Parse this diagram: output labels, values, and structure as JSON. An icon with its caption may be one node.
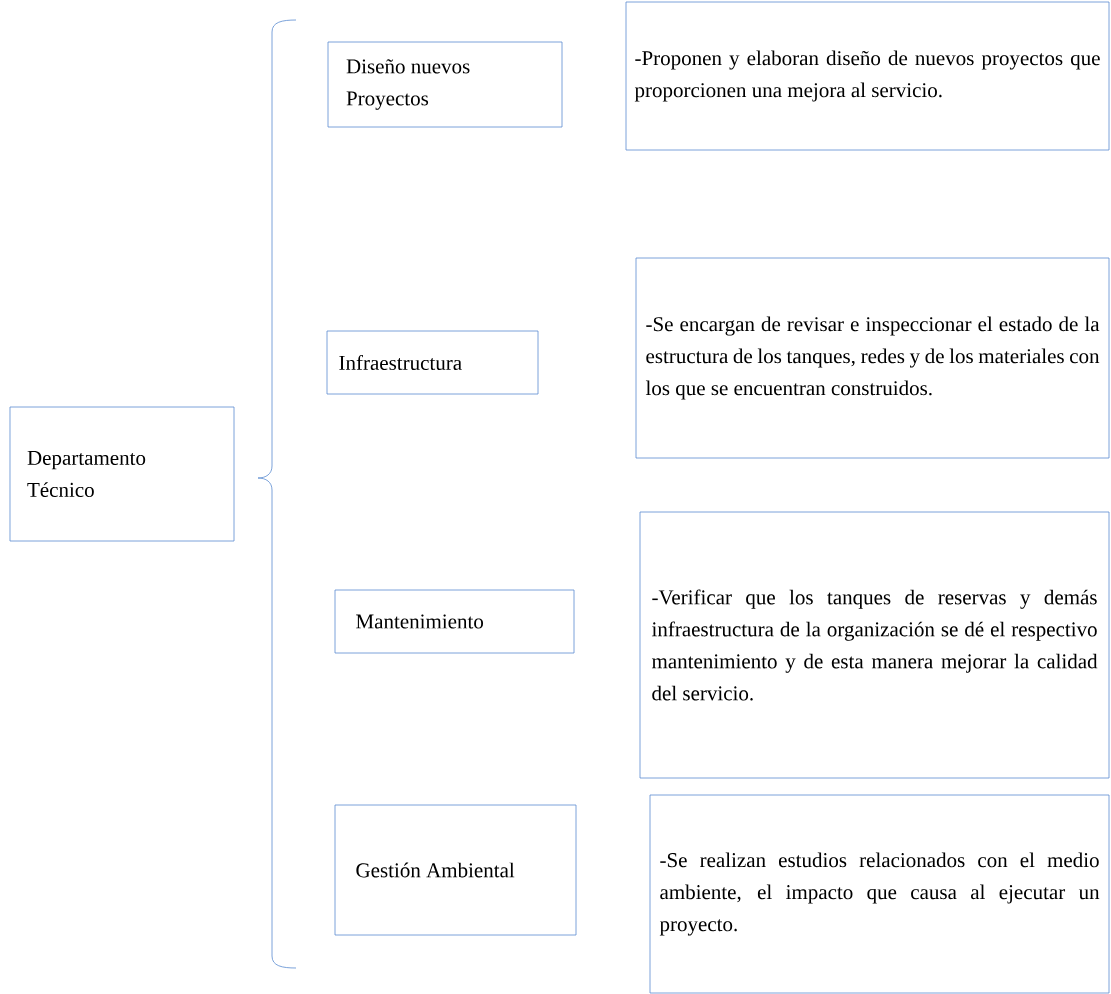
{
  "diagram": {
    "nodes": [
      {
        "text": [
          "Departamento Técnico"
        ]
      },
      {
        "text": [
          "Diseño nuevos Proyectos"
        ]
      },
      {
        "text": [
          "-Proponen y elaboran diseño de nuevos proyectos que proporcionen una mejora al servicio."
        ]
      },
      {
        "text": [
          "Infraestructura"
        ]
      },
      {
        "text": [
          "-Se encargan de revisar e inspeccionar el estado de la estructura de los tanques, redes y de los materiales con los que se encuentran construidos."
        ]
      },
      {
        "text": [
          "Mantenimiento"
        ]
      },
      {
        "text": [
          "-Verificar que los tanques de reservas y demás infraestructura de la organización se dé el respectivo mantenimiento y de esta manera mejorar la calidad del servicio."
        ]
      },
      {
        "text": [
          "Gestión Ambiental"
        ]
      },
      {
        "text": [
          "-Se realizan estudios relacionados con el medio ambiente, el impacto que causa al ejecutar un proyecto."
        ]
      }
    ]
  }
}
